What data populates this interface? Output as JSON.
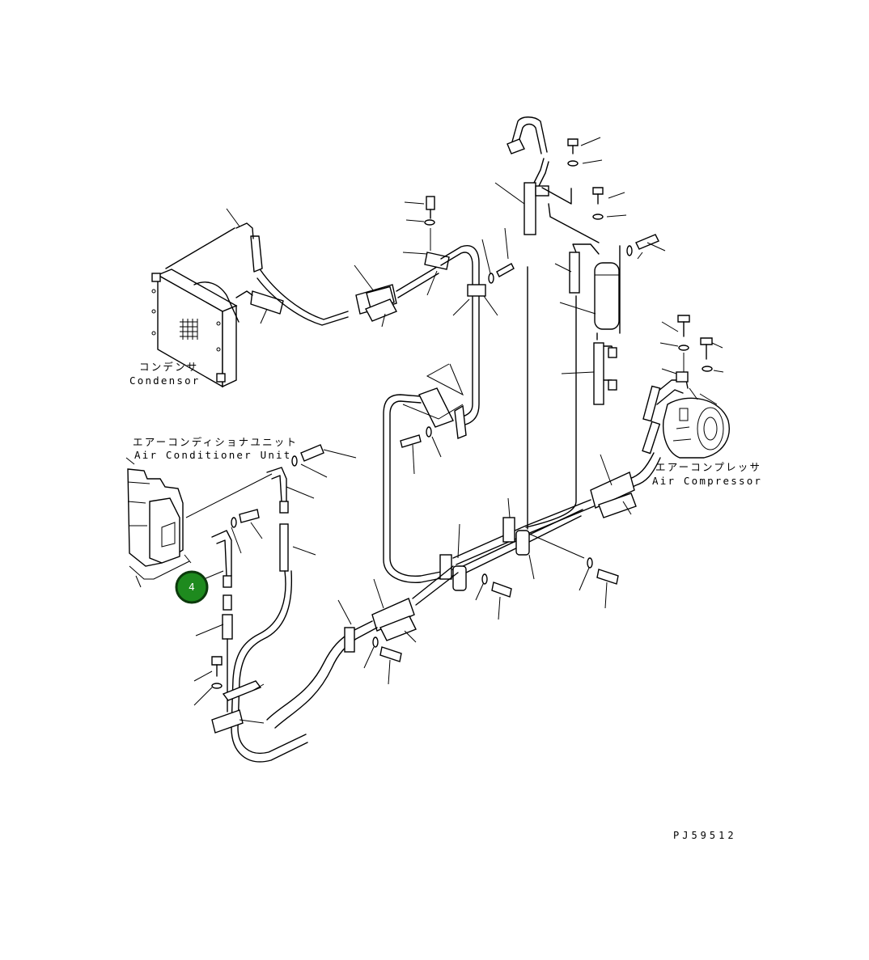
{
  "labels": {
    "condensor_jp": "コンデンサ",
    "condensor_en": "Condensor",
    "ac_unit_jp": "エアーコンディショナユニット",
    "ac_unit_en": "Air Conditioner Unit",
    "compressor_jp": "エアーコンプレッサ",
    "compressor_en": "Air Compressor"
  },
  "callout": {
    "number": "4",
    "color": "#1e8a1e"
  },
  "drawing_code": "PJ59512"
}
